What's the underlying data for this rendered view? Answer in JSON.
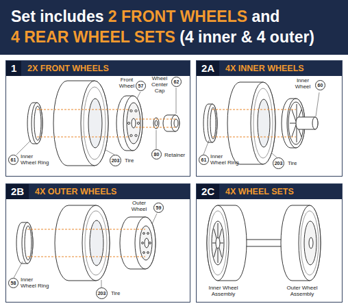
{
  "diagram": {
    "title": "Set includes 2 FRONT WHEELS and 4 REAR WHEEL SETS (4 inner & 4 outer)",
    "nodes": [
      {
        "text": [
          "2X FRONT WHEELS"
        ]
      },
      {
        "text": [
          "1"
        ],
        "in": 0
      },
      {
        "text": [
          "4X INNER WHEELS"
        ]
      },
      {
        "text": [
          "2A"
        ],
        "in": 2
      },
      {
        "text": [
          "4X OUTER WHEELS"
        ]
      },
      {
        "text": [
          "2B"
        ],
        "in": 4
      },
      {
        "text": [
          "4X WHEEL SETS"
        ]
      },
      {
        "text": [
          "2C"
        ],
        "in": 6
      }
    ],
    "labels": [
      "Front Wheel",
      "57",
      "Wheel Center Cap",
      "62",
      "Retainer",
      "80",
      "61",
      "Inner Wheel Ring",
      "203",
      "Tire",
      "Inner Wheel",
      "60",
      "61",
      "Inner Wheel Ring",
      "203",
      "Tire",
      "Outer Wheel",
      "59",
      "58",
      "Inner Wheel Ring",
      "203",
      "Tire",
      "Inner Wheel Assembly",
      "Outer Wheel Assembly"
    ]
  }
}
